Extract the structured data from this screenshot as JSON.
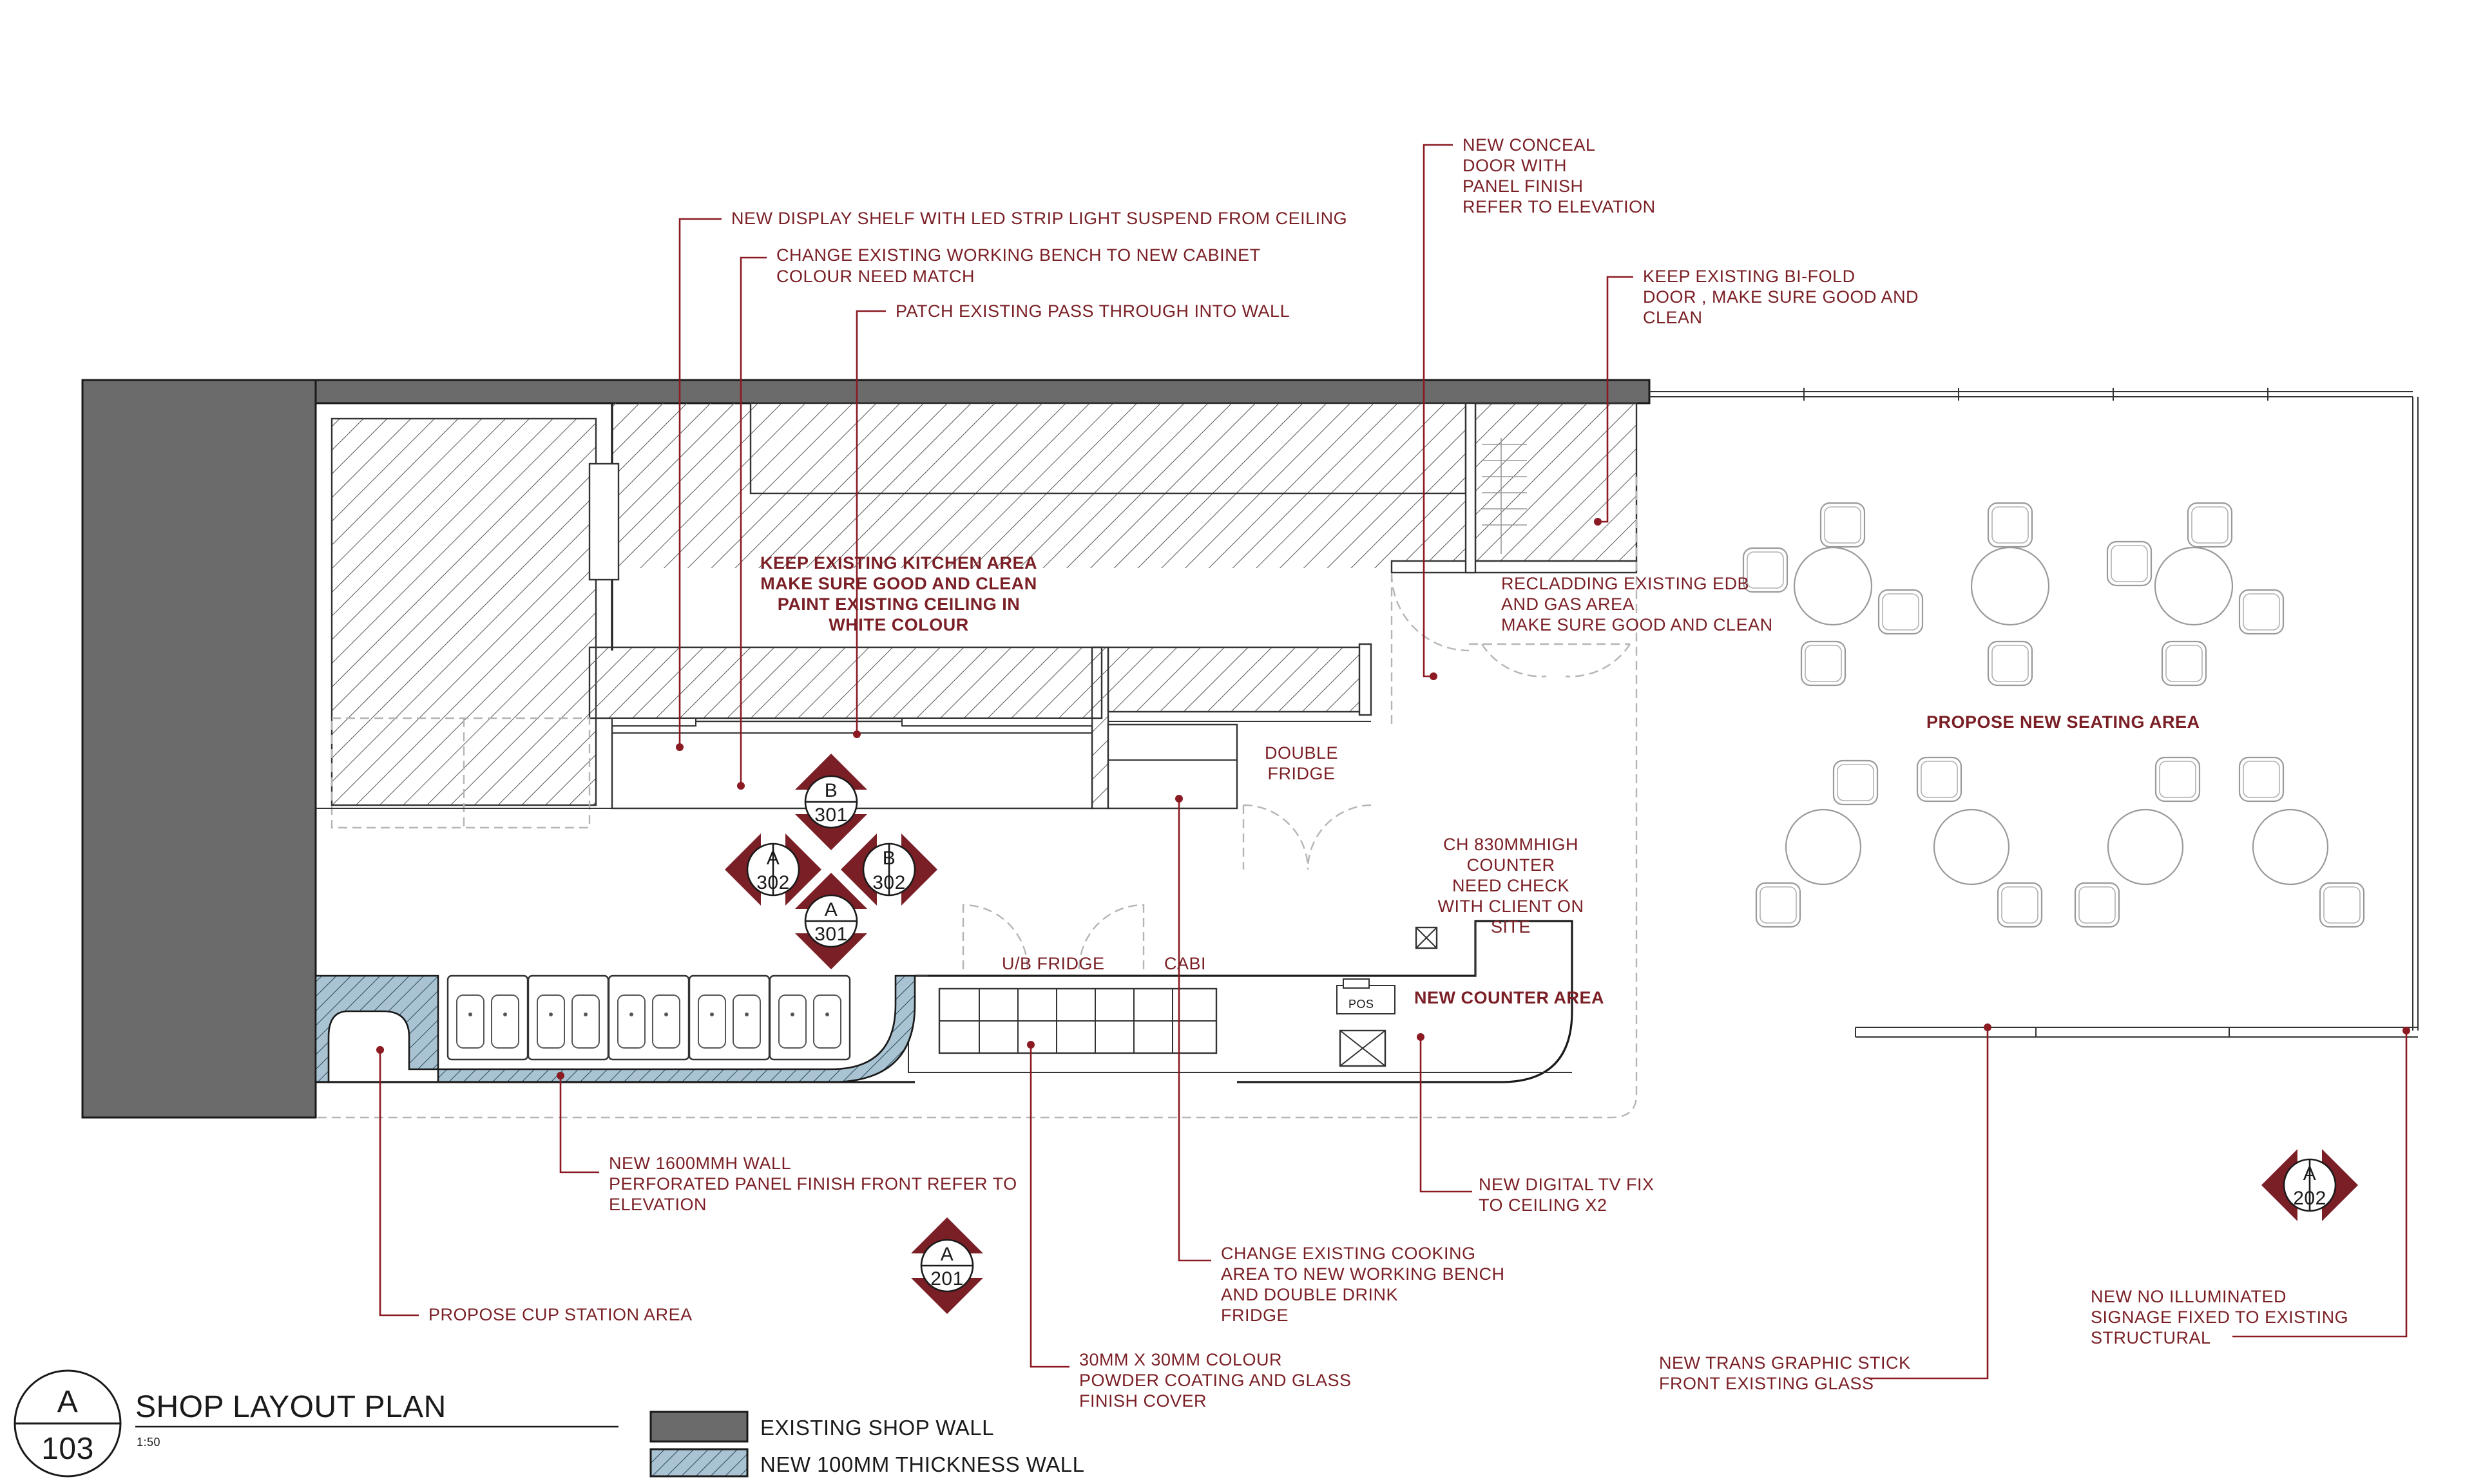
{
  "notes": {
    "display_shelf": "NEW DISPLAY SHELF WITH LED STRIP LIGHT SUSPEND FROM CEILING",
    "bench_line1": "CHANGE EXISTING WORKING BENCH TO NEW CABINET",
    "bench_line2": "COLOUR NEED MATCH",
    "pass_through": "PATCH EXISTING PASS THROUGH INTO WALL",
    "conceal_1": "NEW CONCEAL",
    "conceal_2": "DOOR  WITH",
    "conceal_3": "PANEL FINISH",
    "conceal_4": "REFER TO ELEVATION",
    "bifold_1": "KEEP EXISTING BI-FOLD",
    "bifold_2": "DOOR , MAKE SURE GOOD AND",
    "bifold_3": "CLEAN",
    "kitchen_1": "KEEP EXISTING KITCHEN AREA",
    "kitchen_2": "MAKE SURE GOOD AND CLEAN",
    "kitchen_3": "PAINT EXISTING CEILING IN",
    "kitchen_4": "WHITE COLOUR",
    "edb_1": "RECLADDING EXISTING EDB",
    "edb_2": "AND GAS AREA",
    "edb_3": "MAKE SURE GOOD AND CLEAN",
    "seating": "PROPOSE NEW SEATING AREA",
    "fridge_1": "DOUBLE",
    "fridge_2": "FRIDGE",
    "counter_1": "CH 830MMHIGH",
    "counter_2": "COUNTER",
    "counter_3": "NEED CHECK",
    "counter_4": "WITH CLIENT ON",
    "counter_5": "SITE",
    "ub_fridge": "U/B FRIDGE",
    "cabi": "CABI",
    "pos": "POS",
    "counter_area": "NEW COUNTER AREA",
    "wall_1": "NEW 1600MMH WALL",
    "wall_2": "PERFORATED PANEL FINISH FRONT REFER TO",
    "wall_3": "ELEVATION",
    "tv_1": "NEW DIGITAL TV FIX",
    "tv_2": "TO CEILING X2",
    "cooking_1": "CHANGE EXISTING COOKING",
    "cooking_2": "AREA TO NEW WORKING BENCH",
    "cooking_3": "AND DOUBLE DRINK",
    "cooking_4": "FRIDGE",
    "cup": "PROPOSE CUP STATION AREA",
    "cover_1": "30MM X 30MM COLOUR",
    "cover_2": "POWDER COATING AND GLASS",
    "cover_3": "FINISH COVER",
    "trans_1": "NEW TRANS GRAPHIC STICK",
    "trans_2": "FRONT EXISTING GLASS",
    "sign_1": "NEW NO ILLUMINATED",
    "sign_2": "SIGNAGE FIXED TO EXISTING",
    "sign_3": "STRUCTURAL"
  },
  "section_markers": [
    {
      "letter": "B",
      "number": "301"
    },
    {
      "letter": "A",
      "number": "302"
    },
    {
      "letter": "B",
      "number": "302"
    },
    {
      "letter": "A",
      "number": "301"
    },
    {
      "letter": "A",
      "number": "201"
    },
    {
      "letter": "A",
      "number": "202"
    }
  ],
  "title_block": {
    "sheet_letter": "A",
    "sheet_number": "103",
    "title": "SHOP LAYOUT PLAN",
    "scale": "1:50"
  },
  "legend": [
    {
      "label": "EXISTING SHOP WALL",
      "color": "#6b6b6b"
    },
    {
      "label": "NEW 100MM THICKNESS WALL",
      "color": "#a9c3d2"
    }
  ],
  "colors": {
    "accent": "#7a1f25",
    "existing_wall": "#6b6b6b",
    "new_wall": "#a9c3d2"
  }
}
